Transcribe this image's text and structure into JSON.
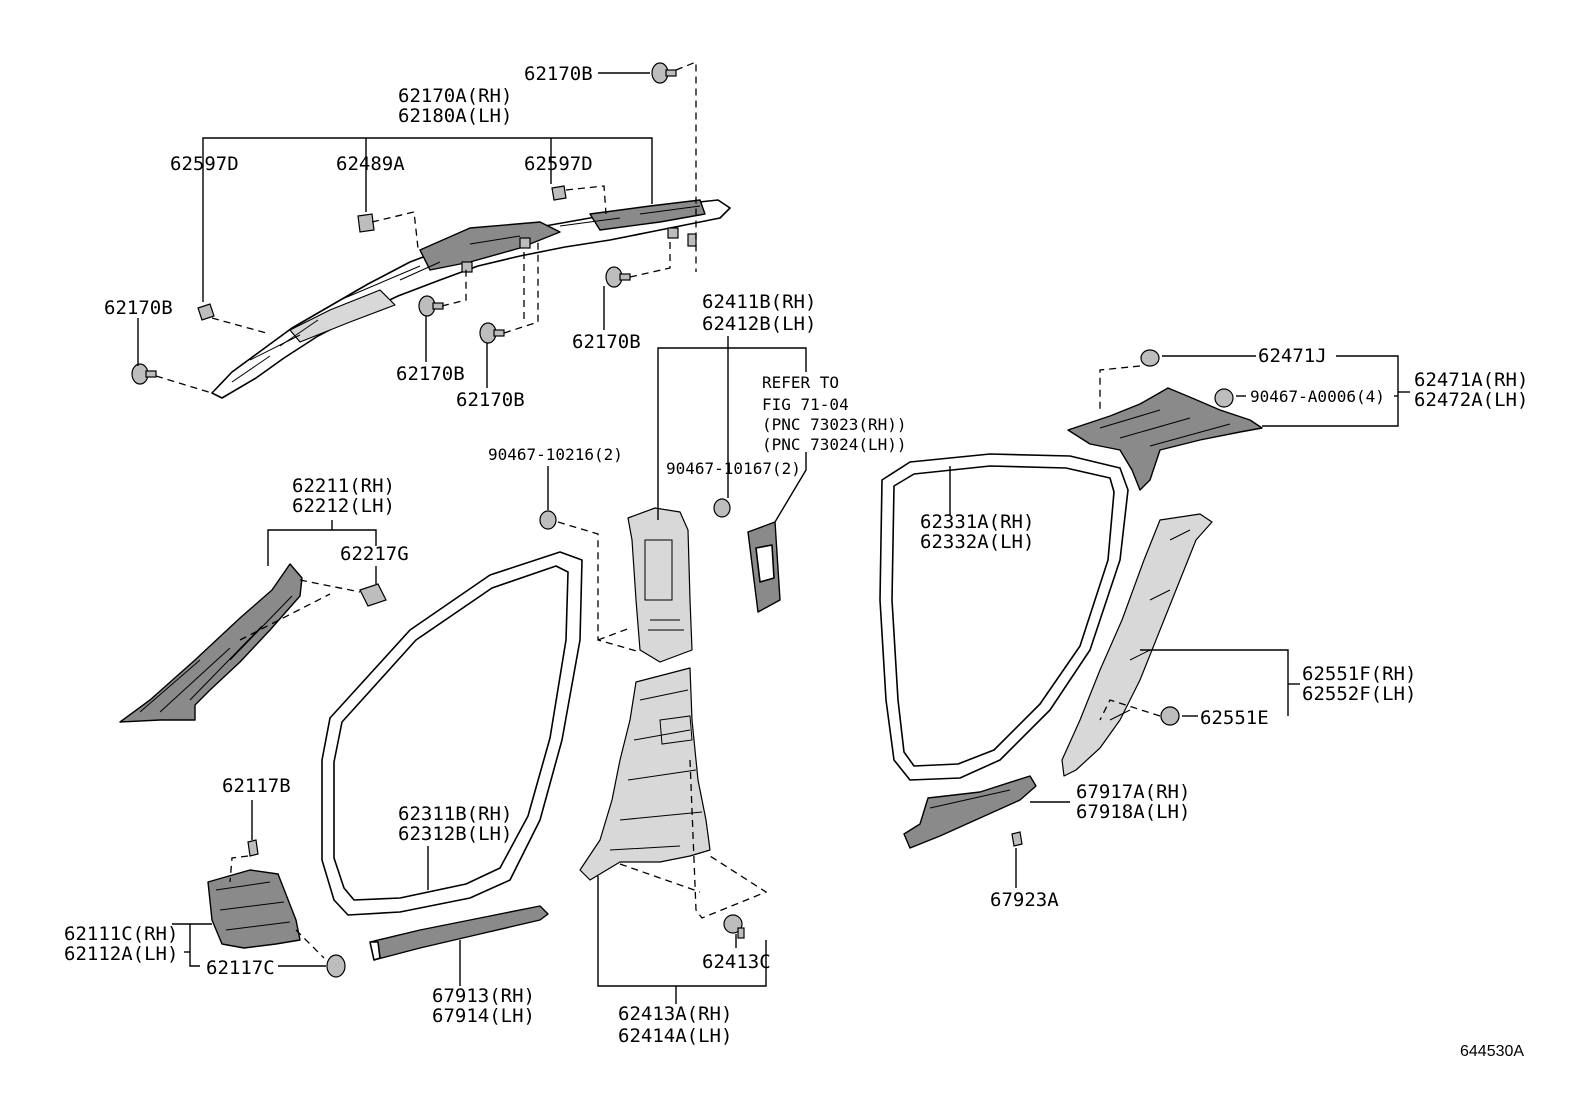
{
  "labels": {
    "l_62170B_top": "62170B",
    "l_62170A": "62170A(RH)",
    "l_62180A": "62180A(LH)",
    "l_62597D_a": "62597D",
    "l_62489A": "62489A",
    "l_62597D_b": "62597D",
    "l_62170B_left": "62170B",
    "l_62170B_mid1": "62170B",
    "l_62170B_mid2": "62170B",
    "l_62170B_right": "62170B",
    "l_62411B": "62411B(RH)",
    "l_62412B": "62412B(LH)",
    "l_refer1": "REFER TO",
    "l_refer2": "FIG 71-04",
    "l_refer3": "(PNC 73023(RH))",
    "l_refer4": "(PNC 73024(LH))",
    "l_90467_10216": "90467-10216(2)",
    "l_90467_10167": "90467-10167(2)",
    "l_62211": "62211(RH)",
    "l_62212": "62212(LH)",
    "l_62217G": "62217G",
    "l_62471J": "62471J",
    "l_90467_A0006": "90467-A0006(4)",
    "l_62471A": "62471A(RH)",
    "l_62472A": "62472A(LH)",
    "l_62331A": "62331A(RH)",
    "l_62332A": "62332A(LH)",
    "l_62551F": "62551F(RH)",
    "l_62552F": "62552F(LH)",
    "l_62551E": "62551E",
    "l_62117B": "62117B",
    "l_62311B": "62311B(RH)",
    "l_62312B": "62312B(LH)",
    "l_62111C": "62111C(RH)",
    "l_62112A": "62112A(LH)",
    "l_62117C": "62117C",
    "l_67913": "67913(RH)",
    "l_67914": "67914(LH)",
    "l_62413C": "62413C",
    "l_62413A": "62413A(RH)",
    "l_62414A": "62414A(LH)",
    "l_67917A": "67917A(RH)",
    "l_67918A": "67918A(LH)",
    "l_67923A": "67923A"
  },
  "figure_id": "644530A"
}
